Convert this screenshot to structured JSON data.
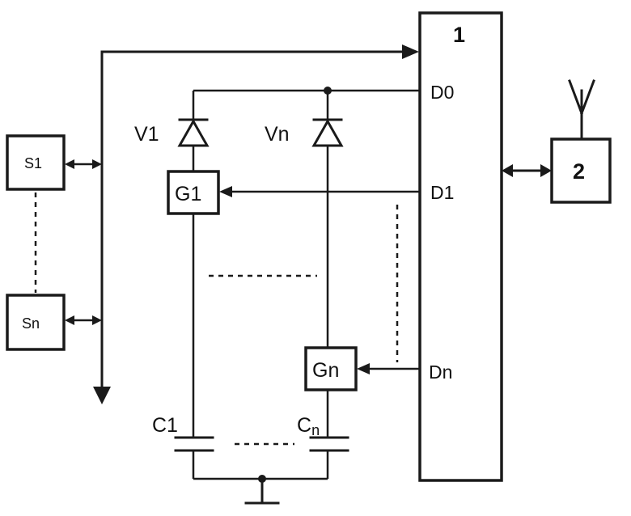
{
  "labels": {
    "block1": "1",
    "block2": "2",
    "sensor_first": "S1",
    "sensor_last": "Sn",
    "gate_first": "G1",
    "gate_last": "Gn",
    "diode_first": "V1",
    "diode_last": "Vn",
    "cap_first": "C1",
    "cap_last_base": "C",
    "cap_last_sub": "n",
    "pin_d0": "D0",
    "pin_d1": "D1",
    "pin_dn": "Dn"
  }
}
